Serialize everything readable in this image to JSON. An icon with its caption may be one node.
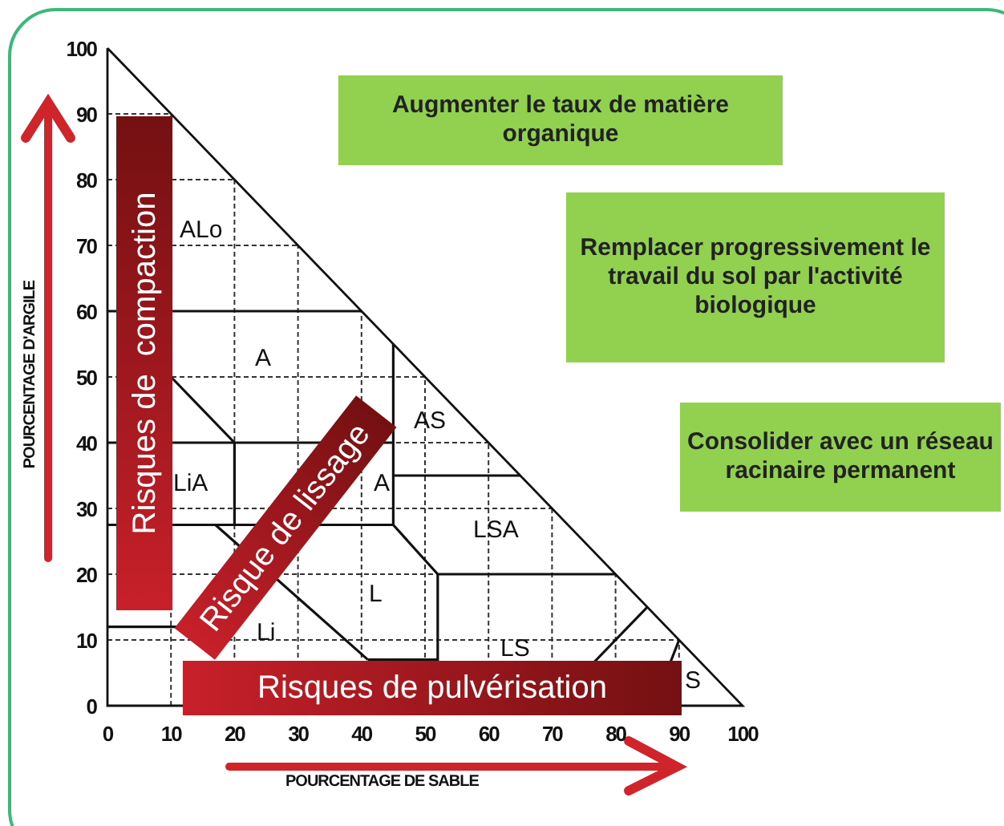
{
  "diagram": {
    "nodes": [
      {
        "text": [
          "Augmenter le taux de matière organique"
        ]
      },
      {
        "text": [
          "Remplacer progressivement le travail du sol par l'activité biologique"
        ]
      },
      {
        "text": [
          "Consolider avec un réseau racinaire permanent"
        ]
      },
      {
        "text": [
          "Risques de  compaction"
        ]
      },
      {
        "text": [
          "Risque de lissage"
        ]
      },
      {
        "text": [
          "Risques de pulvérisation"
        ]
      }
    ],
    "edges": [],
    "labels": [
      "100",
      "90",
      "80",
      "70",
      "60",
      "50",
      "40",
      "30",
      "20",
      "10",
      "0",
      "POURCENTAGE D'ARGILE",
      "ALo",
      "A",
      "AS",
      "LiA",
      "A",
      "LSA",
      "Li",
      "L",
      "LS",
      "S",
      "0",
      "10",
      "20",
      "30",
      "40",
      "50",
      "60",
      "70",
      "80",
      "90",
      "100",
      "POURCENTAGE DE SABLE"
    ]
  }
}
